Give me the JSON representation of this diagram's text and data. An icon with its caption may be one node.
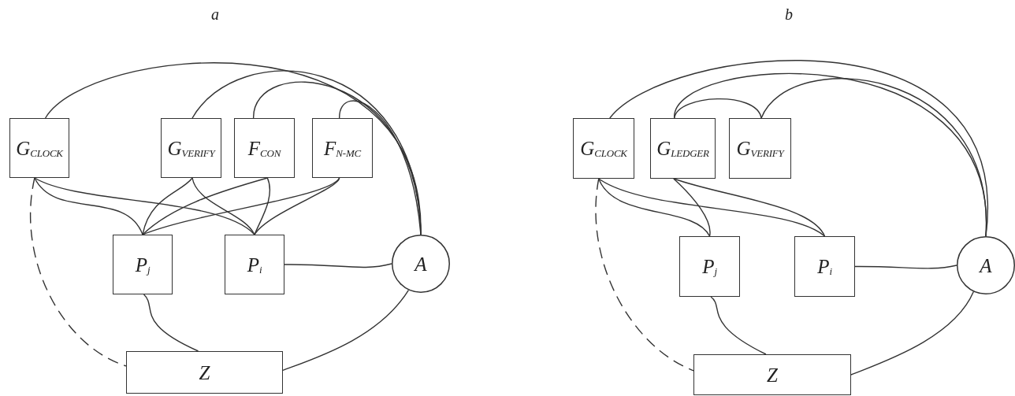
{
  "diagram": {
    "nodes": [
      {
        "text": [
          "G$_{CLOCK}$"
        ]
      },
      {
        "text": [
          "G$_{VERIFY}$"
        ]
      },
      {
        "text": [
          "F$_{CON}$"
        ]
      },
      {
        "text": [
          "F$_{N-MC}$"
        ]
      },
      {
        "text": [
          "P$_{j}$"
        ]
      },
      {
        "text": [
          "P$_{i}$"
        ]
      },
      {
        "text": [
          "A"
        ]
      },
      {
        "text": [
          "Z"
        ]
      },
      {
        "text": [
          "G$_{CLOCK}$"
        ]
      },
      {
        "text": [
          "G$_{LEDGER}$"
        ]
      },
      {
        "text": [
          "G$_{VERIFY}$"
        ]
      },
      {
        "text": [
          "P$_{j}$"
        ]
      },
      {
        "text": [
          "P$_{i}$"
        ]
      },
      {
        "text": [
          "A"
        ]
      },
      {
        "text": [
          "Z"
        ]
      }
    ],
    "edges": [
      {
        "from": 0,
        "to": 6,
        "arrow": "none"
      },
      {
        "from": 1,
        "to": 6,
        "arrow": "none"
      },
      {
        "from": 2,
        "to": 6,
        "arrow": "none"
      },
      {
        "from": 3,
        "to": 6,
        "arrow": "none"
      },
      {
        "from": 0,
        "to": 4,
        "arrow": "none"
      },
      {
        "from": 0,
        "to": 5,
        "arrow": "none"
      },
      {
        "from": 1,
        "to": 4,
        "arrow": "none"
      },
      {
        "from": 1,
        "to": 5,
        "arrow": "none"
      },
      {
        "from": 2,
        "to": 4,
        "arrow": "none"
      },
      {
        "from": 2,
        "to": 5,
        "arrow": "none"
      },
      {
        "from": 3,
        "to": 4,
        "arrow": "none"
      },
      {
        "from": 3,
        "to": 5,
        "arrow": "none"
      },
      {
        "from": 5,
        "to": 6,
        "arrow": "none"
      },
      {
        "from": 4,
        "to": 7,
        "arrow": "none"
      },
      {
        "from": 6,
        "to": 7,
        "arrow": "none"
      },
      {
        "from": 0,
        "to": 7,
        "arrow": "none",
        "style": "dashed"
      },
      {
        "from": 8,
        "to": 13,
        "arrow": "none"
      },
      {
        "from": 9,
        "to": 13,
        "arrow": "none"
      },
      {
        "from": 10,
        "to": 13,
        "arrow": "none"
      },
      {
        "from": 9,
        "to": 10,
        "arrow": "none"
      },
      {
        "from": 8,
        "to": 11,
        "arrow": "none"
      },
      {
        "from": 8,
        "to": 12,
        "arrow": "none"
      },
      {
        "from": 9,
        "to": 11,
        "arrow": "none"
      },
      {
        "from": 9,
        "to": 12,
        "arrow": "none"
      },
      {
        "from": 12,
        "to": 13,
        "arrow": "none"
      },
      {
        "from": 11,
        "to": 14,
        "arrow": "none"
      },
      {
        "from": 13,
        "to": 14,
        "arrow": "none"
      },
      {
        "from": 8,
        "to": 14,
        "arrow": "none",
        "style": "dashed"
      }
    ],
    "labels": [
      "a",
      "b"
    ]
  }
}
